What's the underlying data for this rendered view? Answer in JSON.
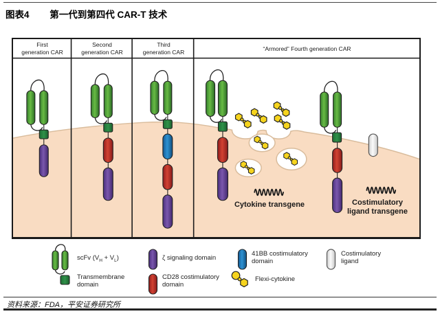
{
  "title": {
    "tag": "图表4",
    "text": "第一代到第四代 CAR-T 技术"
  },
  "diagram": {
    "panel1": {
      "line1": "First",
      "line2": "generation CAR"
    },
    "panel2": {
      "line1": "Second",
      "line2": "generation CAR"
    },
    "panel3": {
      "line1": "Third",
      "line2": "generation CAR"
    },
    "panel4": {
      "label": "“Armored”  Fourth generation CAR"
    },
    "cytokine_label": "Cytokine transgene",
    "costim_label_line1": "Costimulatory",
    "costim_label_line2": "ligand transgene"
  },
  "legend": {
    "scfv_prefix": "scFv (V",
    "scfv_sub1": "H",
    "scfv_mid": " + V",
    "scfv_sub2": "L",
    "scfv_suffix": ")",
    "transmembrane_line1": "Transmembrane",
    "transmembrane_line2": "domain",
    "zeta": "ζ signaling domain",
    "cd28_line1": "CD28 costimulatory",
    "cd28_line2": "domain",
    "bb41_line1": "41BB costimulatory",
    "bb41_line2": "domain",
    "flexi": "Flexi-cytokine",
    "costim_line1": "Costimulatory",
    "costim_line2": "ligand"
  },
  "source": "资料来源：FDA，平安证券研究所",
  "colors": {
    "membrane": "#f9dcc2",
    "membrane_edge": "#d9bc9c",
    "scfv_green": "#57ad3c",
    "transmembrane_green": "#2f9149",
    "zeta_purple": "#6a4a9e",
    "cd28_red": "#c62f28",
    "bb41_blue": "#2386c8",
    "cytokine_yellow": "#f6d41e",
    "ligand_gray": "#ececec"
  }
}
